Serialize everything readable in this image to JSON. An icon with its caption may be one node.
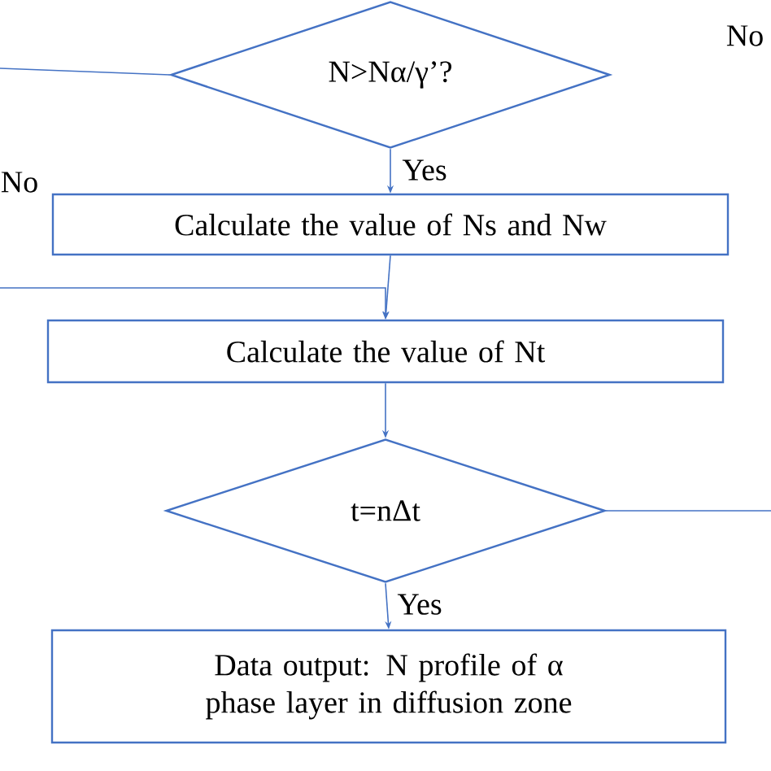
{
  "diagram": {
    "nodes": [
      {
        "text": [
          "N>Nα/γ’?"
        ]
      },
      {
        "text": [
          "Calculate the value of Ns and Nw"
        ]
      },
      {
        "text": [
          "Calculate the value of Nt"
        ]
      },
      {
        "text": [
          "t=nΔt"
        ]
      },
      {
        "text": [
          "Data output: N profile of α phase layer in diffusion zone"
        ]
      }
    ],
    "edges": [
      {
        "from": 0,
        "to": null,
        "arrow": "none"
      },
      {
        "from": 0,
        "to": 1,
        "arrow": "to",
        "label": "Yes"
      },
      {
        "from": 1,
        "to": 2,
        "arrow": "to"
      },
      {
        "from": null,
        "to": 2,
        "arrow": "to"
      },
      {
        "from": 2,
        "to": 3,
        "arrow": "to"
      },
      {
        "from": 3,
        "to": null,
        "arrow": "none"
      },
      {
        "from": 3,
        "to": 4,
        "arrow": "to",
        "label": "Yes"
      }
    ],
    "labels": [
      "No",
      "No"
    ]
  }
}
